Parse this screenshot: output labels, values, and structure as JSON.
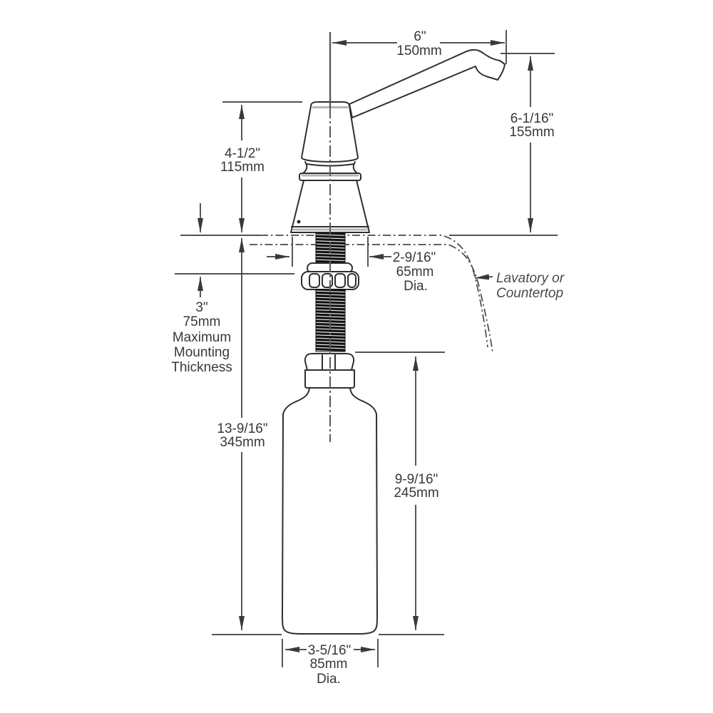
{
  "dims": {
    "spout_reach": {
      "in": "6\"",
      "mm": "150mm"
    },
    "spout_height": {
      "in": "6-1/16\"",
      "mm": "155mm"
    },
    "head_height": {
      "in": "4-1/2\"",
      "mm": "115mm"
    },
    "flange_dia": {
      "in": "2-9/16\"",
      "mm": "65mm",
      "suffix": "Dia."
    },
    "mounting": {
      "in": "3\"",
      "mm": "75mm",
      "l1": "Maximum",
      "l2": "Mounting",
      "l3": "Thickness"
    },
    "below_counter": {
      "in": "13-9/16\"",
      "mm": "345mm"
    },
    "bottle_height": {
      "in": "9-9/16\"",
      "mm": "245mm"
    },
    "bottle_dia": {
      "in": "3-5/16\"",
      "mm": "85mm",
      "suffix": "Dia."
    }
  },
  "labels": {
    "surface_l1": "Lavatory or",
    "surface_l2": "Countertop"
  },
  "colors": {
    "background": "#ffffff",
    "line": "#2f2f2f",
    "dimension_line": "#3a3a3a",
    "text": "#383838",
    "thread_fill": "#111111",
    "shading": "#b5b5b5"
  }
}
